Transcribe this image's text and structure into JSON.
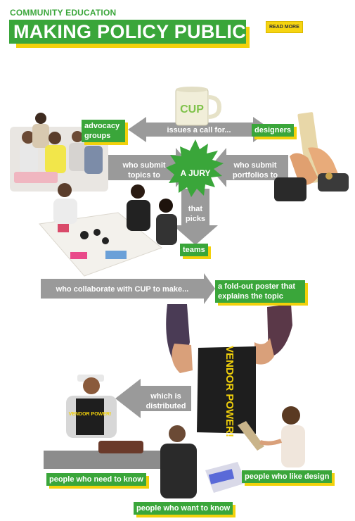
{
  "header": {
    "kicker": "COMMUNITY EDUCATION",
    "title": "MAKING POLICY PUBLIC",
    "read_more": "READ MORE"
  },
  "diagram": {
    "labels": {
      "advocacy_groups": "advocacy groups",
      "designers": "designers",
      "teams": "teams",
      "poster": "a fold-out poster that explains the topic",
      "need_to_know": "people who need to know",
      "like_design": "people who like design",
      "want_to_know": "people who want to know"
    },
    "arrows": {
      "call": "issues a call for...",
      "submit_topics": "who submit topics to",
      "submit_portfolios": "who submit portfolios to",
      "jury": "A JURY",
      "picks": "that picks",
      "collaborate": "who collaborate with CUP to make...",
      "distributed": "which is distributed to..."
    },
    "mug_logo": "CUP",
    "poster_title": "VENDOR POWER!"
  },
  "colors": {
    "green": "#3aa63a",
    "yellow": "#f2d10b",
    "arrow_gray": "#9a9a9a"
  }
}
